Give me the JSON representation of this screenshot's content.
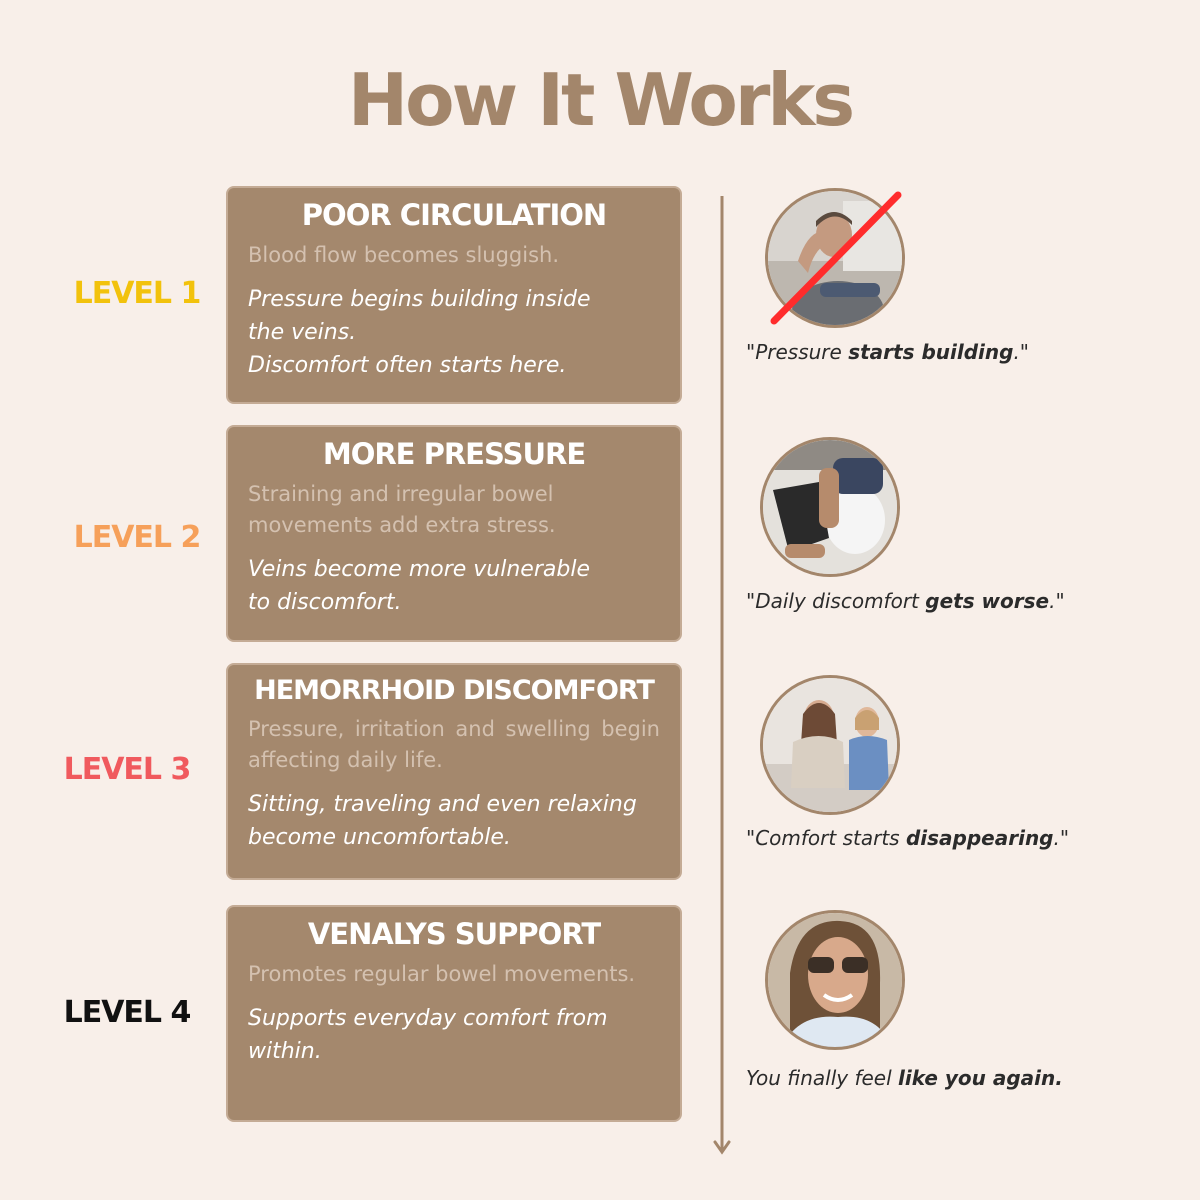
{
  "title": "How It Works",
  "colors": {
    "background": "#f8efe9",
    "accent": "#a3866b",
    "card": "#a4886d",
    "level1": "#f2c20c",
    "level2": "#f6a05a",
    "level3": "#f05a5e",
    "level4": "#111111"
  },
  "levels": [
    {
      "label": "LEVEL 1",
      "card_title": "POOR CIRCULATION",
      "card_sub": "Blood flow becomes sluggish.",
      "card_body": [
        "Pressure begins building inside",
        "the veins.",
        "Discomfort often starts here."
      ],
      "quote_pre": "\"Pressure ",
      "quote_bold": "starts building",
      "quote_post": ".\"",
      "photo": "man-head-in-hand-photo"
    },
    {
      "label": "LEVEL 2",
      "card_title": "MORE PRESSURE",
      "card_sub": "Straining and irregular bowel movements add extra stress.",
      "card_body": [
        "Veins become more vulnerable",
        "to discomfort."
      ],
      "quote_pre": "\"Daily discomfort ",
      "quote_bold": "gets worse",
      "quote_post": ".\"",
      "photo": "person-on-toilet-photo"
    },
    {
      "label": "LEVEL 3",
      "card_title": "HEMORRHOID DISCOMFORT",
      "card_sub": "Pressure, irritation and swelling begin affecting daily life.",
      "card_body": [
        "Sitting, traveling and even relaxing",
        "become uncomfortable."
      ],
      "quote_pre": "\"Comfort starts ",
      "quote_bold": "disappearing",
      "quote_post": ".\"",
      "photo": "worried-women-photo"
    },
    {
      "label": "LEVEL 4",
      "card_title": "VENALYS SUPPORT",
      "card_sub": "Promotes regular bowel movements.",
      "card_body": [
        "Supports everyday comfort from",
        "within."
      ],
      "quote_pre": "You finally feel ",
      "quote_bold": "like you again.",
      "quote_post": "",
      "photo": "smiling-woman-photo"
    }
  ]
}
